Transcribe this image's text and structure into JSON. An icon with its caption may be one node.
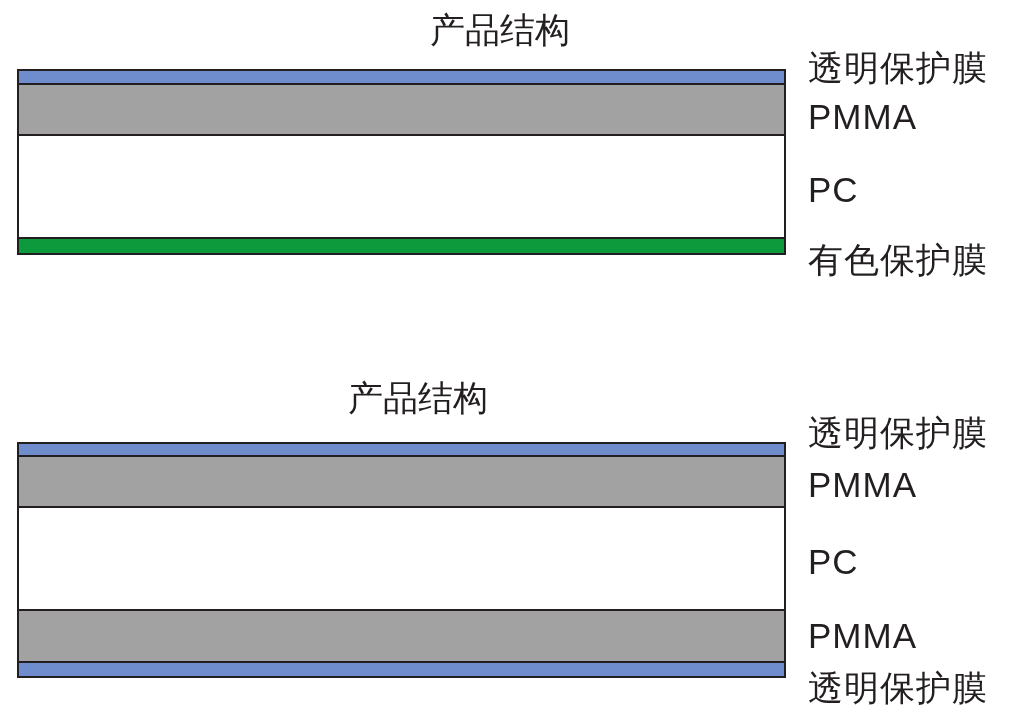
{
  "diagram": {
    "nodes": [
      {
        "text": [
          "产品结构"
        ]
      },
      {
        "text": [],
        "shape": "bar",
        "in": 0,
        "beside": [
          "透明保护膜"
        ]
      },
      {
        "text": [],
        "shape": "bar",
        "in": 0,
        "beside": [
          "PMMA"
        ]
      },
      {
        "text": [],
        "shape": "bar",
        "in": 0,
        "beside": [
          "PC"
        ]
      },
      {
        "text": [],
        "shape": "bar",
        "in": 0,
        "beside": [
          "有色保护膜"
        ]
      },
      {
        "text": [
          "产品结构"
        ]
      },
      {
        "text": [],
        "shape": "bar",
        "in": 5,
        "beside": [
          "透明保护膜"
        ]
      },
      {
        "text": [],
        "shape": "bar",
        "in": 5,
        "beside": [
          "PMMA"
        ]
      },
      {
        "text": [],
        "shape": "bar",
        "in": 5,
        "beside": [
          "PC"
        ]
      },
      {
        "text": [],
        "shape": "bar",
        "in": 5,
        "beside": [
          "PMMA"
        ]
      },
      {
        "text": [],
        "shape": "bar",
        "in": 5,
        "beside": [
          "透明保护膜"
        ]
      }
    ],
    "edges": []
  }
}
